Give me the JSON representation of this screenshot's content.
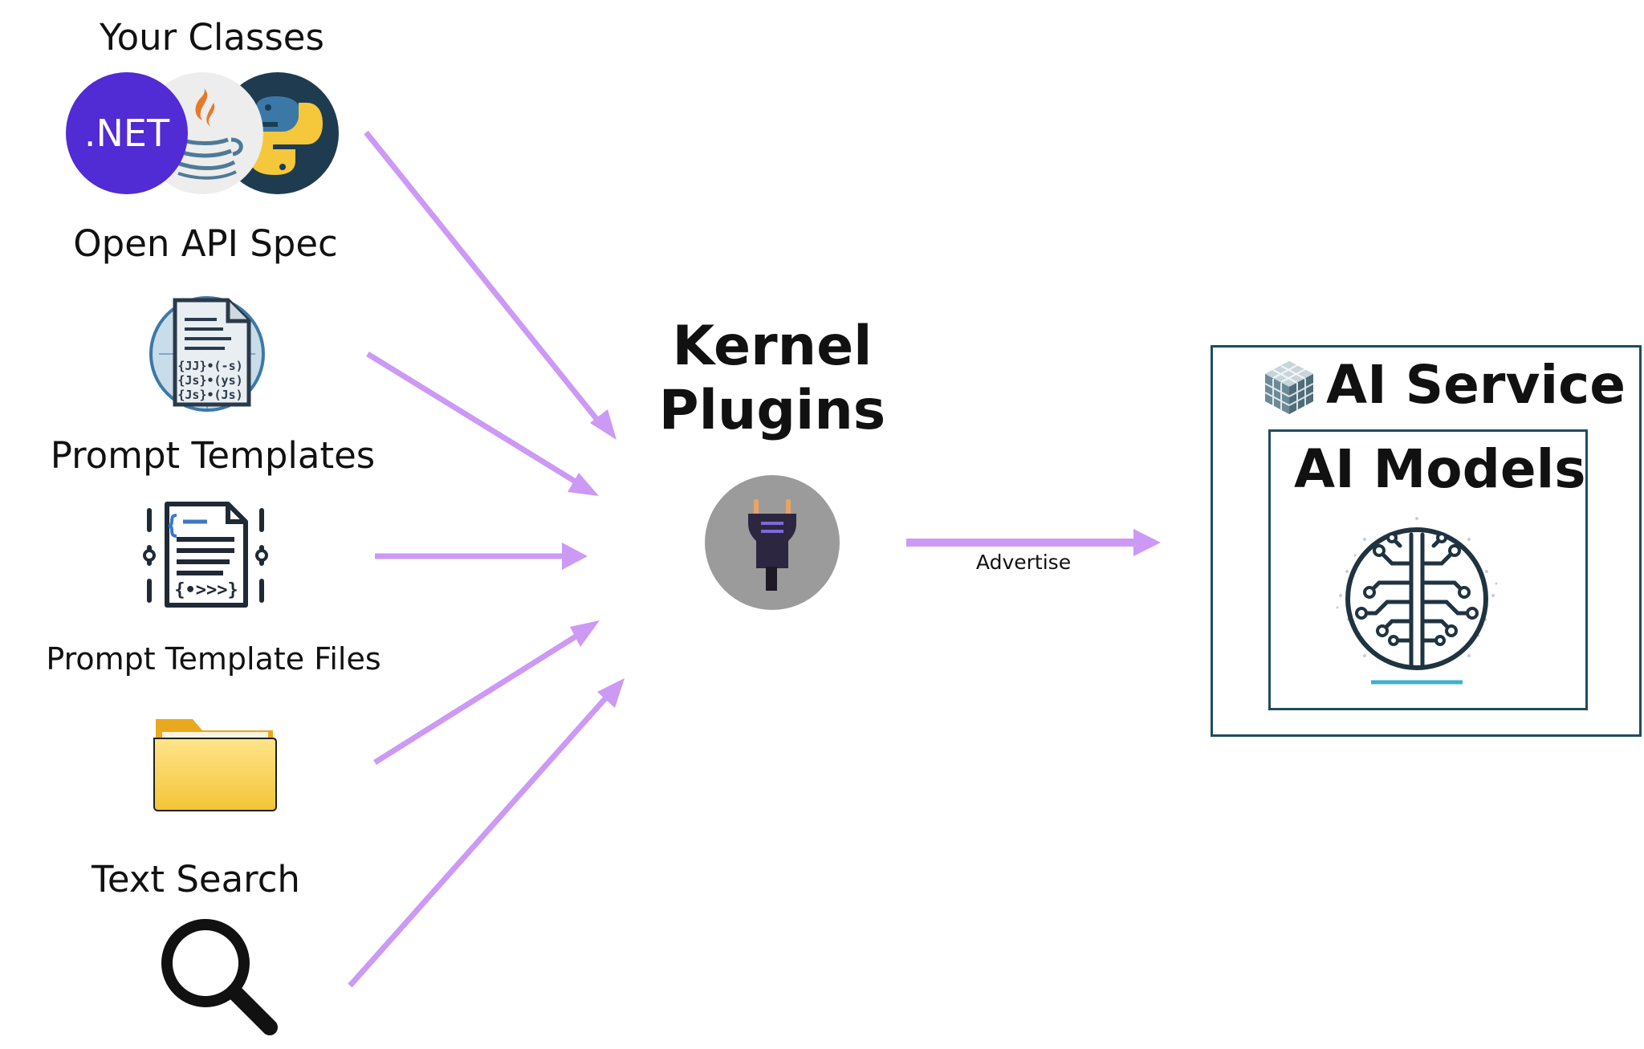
{
  "sources": {
    "classes": {
      "title": "Your Classes",
      "icons": [
        "dotnet-logo",
        "java-logo",
        "python-logo"
      ],
      "dotnet_text": ".NET"
    },
    "openapi": {
      "title": "Open API Spec",
      "icon": "api-document-icon",
      "doc_lines": [
        "{JJ}•(-s)",
        "{Js}•(ys)",
        "{Js}•(Js)"
      ]
    },
    "prompt_templates": {
      "title": "Prompt Templates",
      "icon": "template-document-icon",
      "doc_code": "{•>>>}"
    },
    "prompt_template_files": {
      "title": "Prompt Template Files",
      "icon": "folder-icon"
    },
    "text_search": {
      "title": "Text Search",
      "icon": "magnifier-icon"
    }
  },
  "kernel": {
    "title_line1": "Kernel",
    "title_line2": "Plugins",
    "icon": "plug-icon"
  },
  "edge": {
    "label": "Advertise"
  },
  "service": {
    "title": "AI Service",
    "icon": "cubes-icon",
    "models": {
      "title": "AI Models",
      "icon": "brain-circuit-icon"
    }
  },
  "colors": {
    "arrow": "#cc99f5",
    "box_border": "#1e4d5e",
    "dotnet": "#512bd4",
    "python_bg": "#1e3b50",
    "folder": "#f5c542",
    "plug_circle": "#9b9b9b"
  }
}
